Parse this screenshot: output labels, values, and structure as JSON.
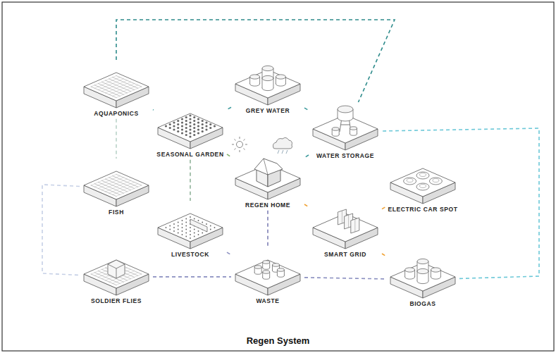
{
  "diagram": {
    "caption": "Regen System",
    "nodes": [
      {
        "text": [
          "AQUAPONICS"
        ]
      },
      {
        "text": [
          "GREY WATER"
        ]
      },
      {
        "text": [
          "SEASONAL GARDEN"
        ]
      },
      {
        "text": [
          "WATER STORAGE"
        ]
      },
      {
        "text": [
          "FISH"
        ]
      },
      {
        "text": [
          "REGEN HOME"
        ]
      },
      {
        "text": [
          "ELECTRIC CAR SPOT"
        ]
      },
      {
        "text": [
          "LIVESTOCK"
        ]
      },
      {
        "text": [
          "SMART GRID"
        ]
      },
      {
        "text": [
          "SOLDIER FLIES"
        ]
      },
      {
        "text": [
          "WASTE"
        ]
      },
      {
        "text": [
          "BIOGAS"
        ]
      }
    ],
    "edges": [
      {
        "from": 0,
        "to": 2,
        "arrow": "none"
      },
      {
        "from": 2,
        "to": 5,
        "arrow": "none"
      },
      {
        "from": 1,
        "to": 3,
        "arrow": "none"
      },
      {
        "from": 3,
        "to": 5,
        "arrow": "none"
      },
      {
        "from": 1,
        "to": 2,
        "arrow": "none"
      },
      {
        "from": 5,
        "to": 8,
        "arrow": "none"
      },
      {
        "from": 8,
        "to": 6,
        "arrow": "none"
      },
      {
        "from": 8,
        "to": 11,
        "arrow": "none"
      },
      {
        "from": 0,
        "to": 4,
        "arrow": "none"
      },
      {
        "from": 2,
        "to": 7,
        "arrow": "none"
      },
      {
        "from": 7,
        "to": 10,
        "arrow": "none"
      },
      {
        "from": 9,
        "to": 10,
        "arrow": "none"
      },
      {
        "from": 5,
        "to": 10,
        "arrow": "none"
      },
      {
        "from": 10,
        "to": 11,
        "arrow": "none"
      },
      {
        "from": 0,
        "to": 3,
        "arrow": "none"
      },
      {
        "from": 11,
        "to": 3,
        "arrow": "none"
      },
      {
        "from": 4,
        "to": 9,
        "arrow": "none"
      }
    ]
  }
}
